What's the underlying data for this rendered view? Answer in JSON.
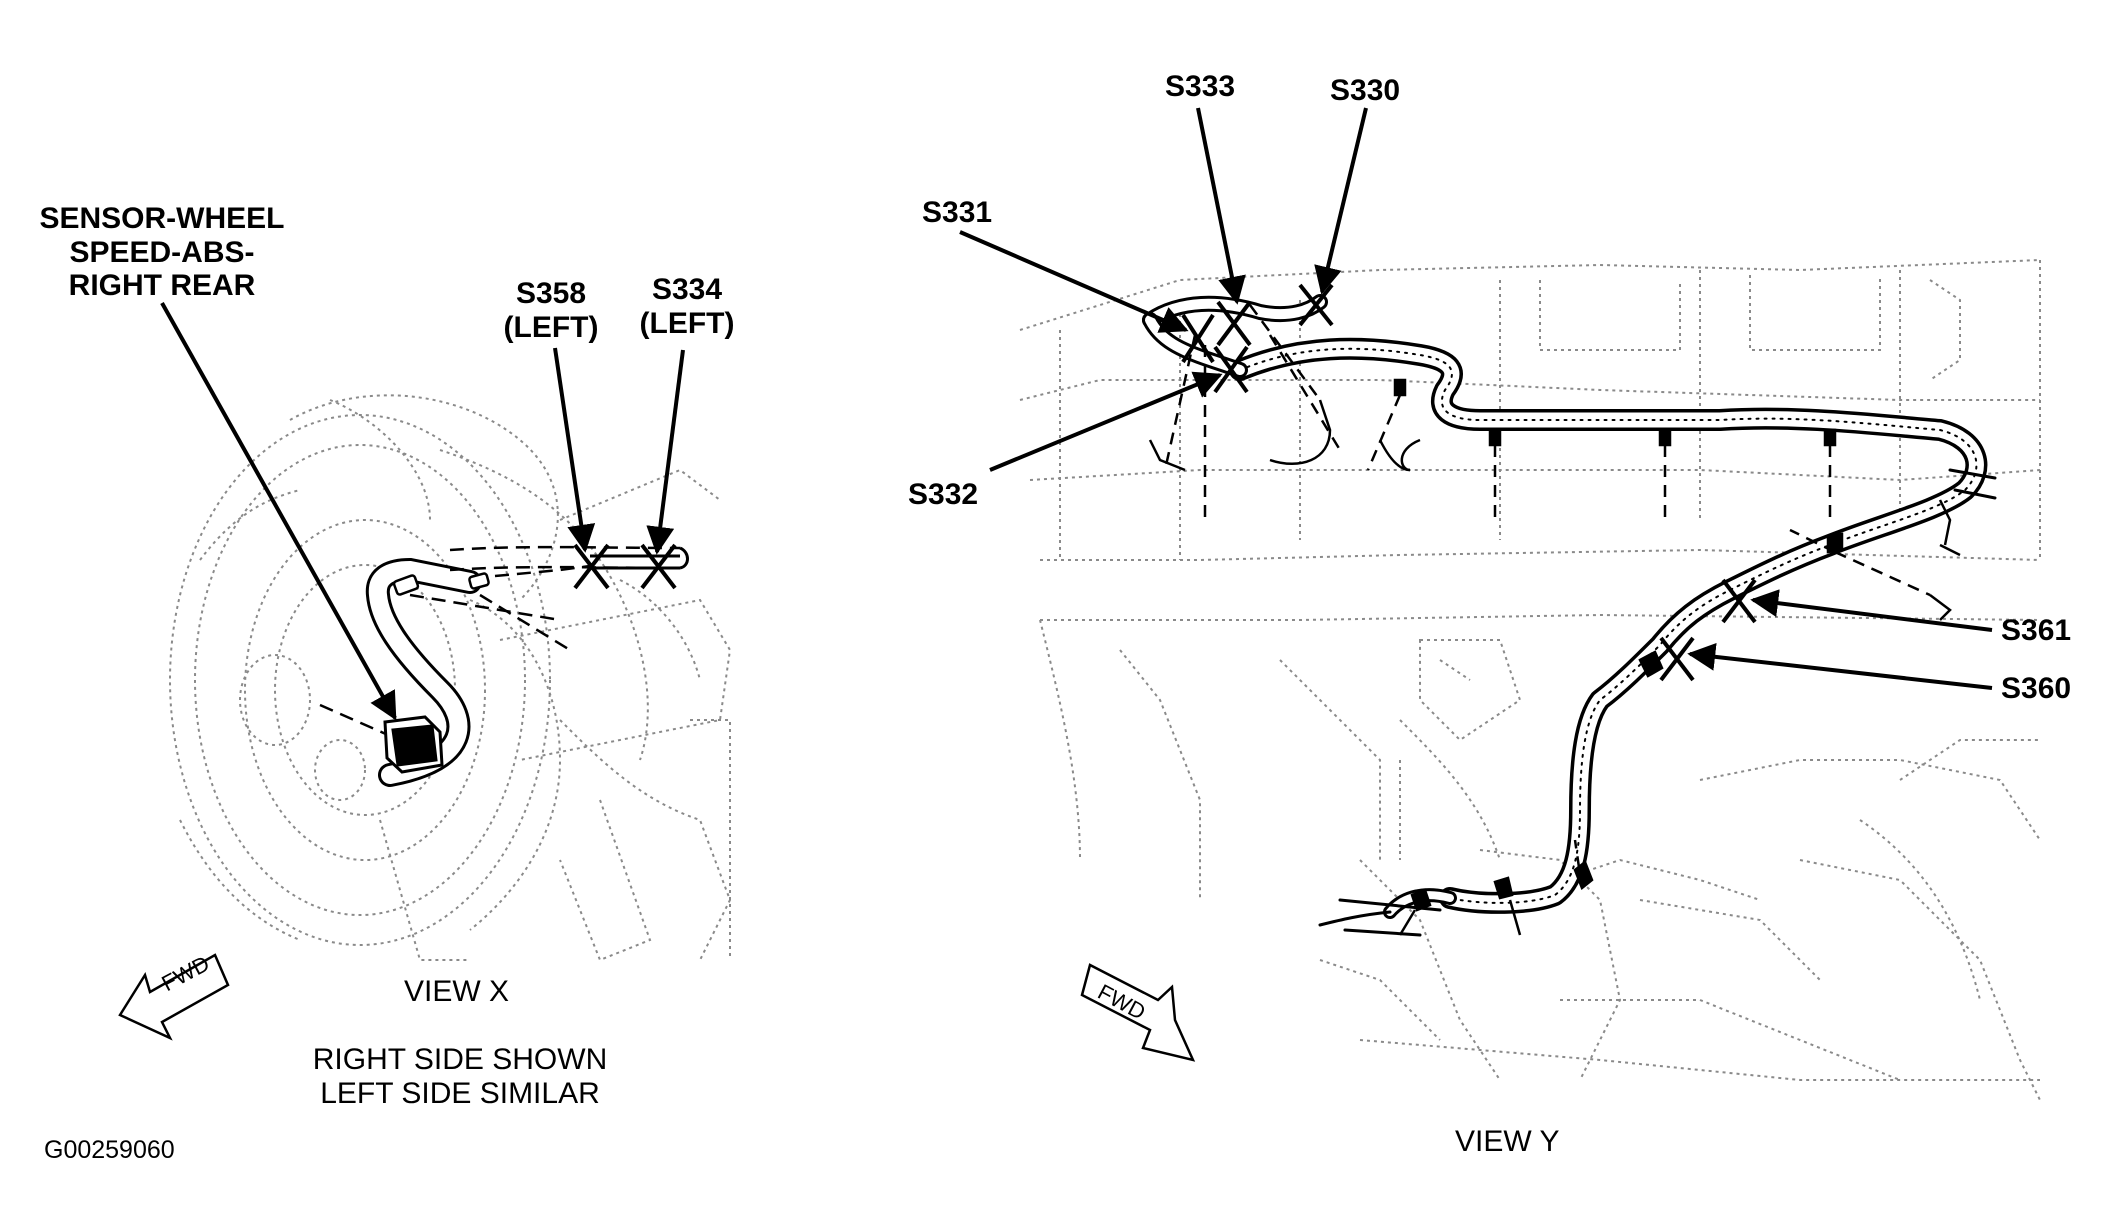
{
  "view_x": {
    "sensor_label": [
      "SENSOR-WHEEL",
      "SPEED-ABS-",
      "RIGHT REAR"
    ],
    "s358": [
      "S358",
      "(LEFT)"
    ],
    "s334": [
      "S334",
      "(LEFT)"
    ],
    "caption": "VIEW X",
    "note": [
      "RIGHT SIDE SHOWN",
      "LEFT SIDE SIMILAR"
    ],
    "fwd": "FWD"
  },
  "view_y": {
    "s333": "S333",
    "s330": "S330",
    "s331": "S331",
    "s332": "S332",
    "s361": "S361",
    "s360": "S360",
    "caption": "VIEW Y",
    "fwd": "FWD"
  },
  "figure_id": "G00259060",
  "colors": {
    "ink": "#000000",
    "ghost": "#8a8a8a",
    "background": "#ffffff"
  }
}
